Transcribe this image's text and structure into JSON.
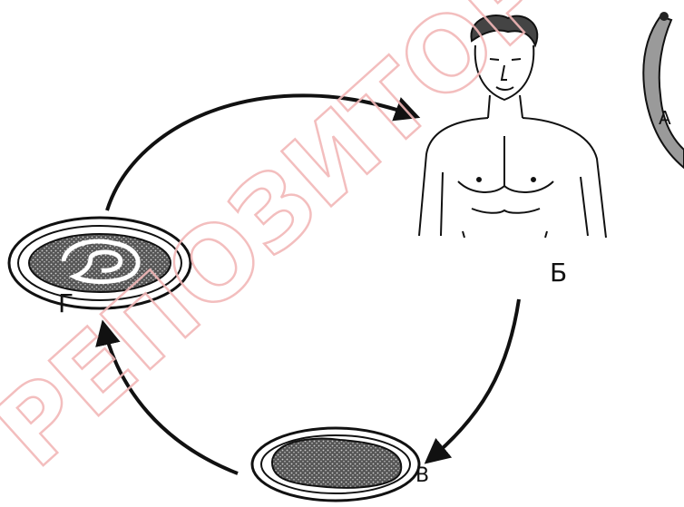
{
  "labels": {
    "a": "А",
    "b": "Б",
    "v": "В",
    "g": "Г"
  },
  "watermark": {
    "text": "РЕПОЗИТОРИЙ",
    "color": "#f2b8b8"
  },
  "colors": {
    "ink": "#111111",
    "egg_fill": "#3a3a3a",
    "background": "#ffffff"
  },
  "icons": {
    "worm": "worm-icon",
    "human": "human-torso-icon",
    "egg_b": "egg-icon",
    "egg_g": "embryonated-egg-icon"
  }
}
